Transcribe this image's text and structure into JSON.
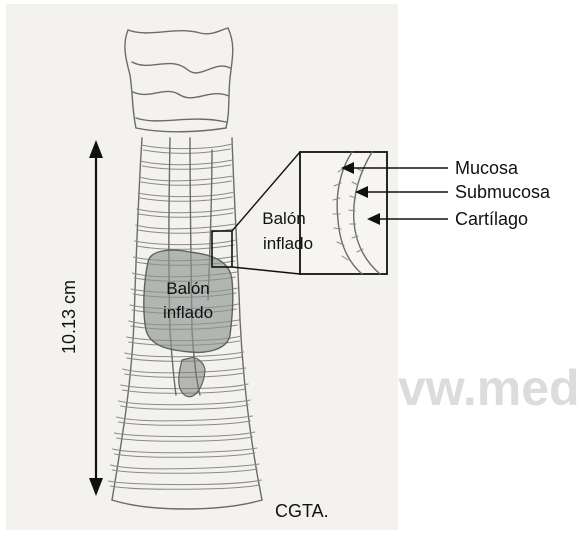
{
  "figure": {
    "measurement_label": "10.13 cm",
    "balloon_label_line1": "Balón",
    "balloon_label_line2": "inflado",
    "inset_label_line1": "Balón",
    "inset_label_line2": "inflado",
    "layers": [
      "Mucosa",
      "Submucosa",
      "Cartílago"
    ],
    "signature": "CGTA.",
    "watermark": "vw.medig"
  },
  "colors": {
    "paper": "#f3f2ef",
    "pencil": "#6b6b6b",
    "ink": "#111111",
    "balloon_shading": "#8f9590",
    "watermark": "#dcdcdc"
  }
}
